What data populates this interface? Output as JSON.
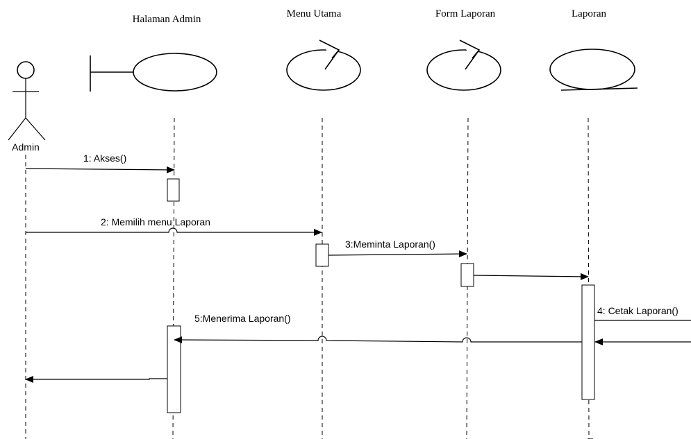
{
  "objects": {
    "actor": "Admin",
    "halaman_admin": "Halaman Admin",
    "menu_utama": "Menu Utama",
    "form_laporan": "Form Laporan",
    "laporan": "Laporan"
  },
  "messages": {
    "m1": "1: Akses()",
    "m2": "2: Memilih menu Laporan",
    "m3": "3:Meminta Laporan()",
    "m4": "4: Cetak Laporan()",
    "m5": "5:Menerima Laporan()"
  }
}
